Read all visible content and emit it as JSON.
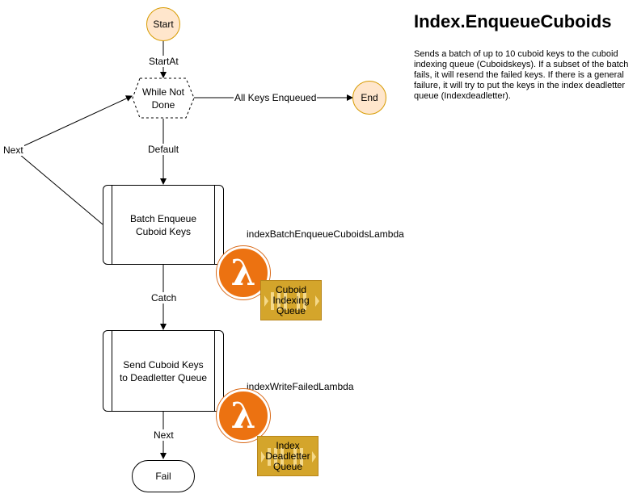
{
  "title": "Index.EnqueueCuboids",
  "description": "Sends a batch of up to 10 cuboid keys to the cuboid indexing queue (Cuboidskeys). If a subset of the batch fails, it will resend the failed keys. If there is a general failure, it will try to put the keys in the index deadletter queue (Indexdeadletter).",
  "nodes": {
    "start": "Start",
    "while": [
      "While Not",
      "Done"
    ],
    "end": "End",
    "batch": [
      "Batch Enqueue",
      "Cuboid Keys"
    ],
    "send": [
      "Send Cuboid Keys",
      "to Deadletter Queue"
    ],
    "fail": "Fail"
  },
  "edges": {
    "start_at": "StartAt",
    "all_keys": "All Keys Enqueued",
    "default": "Default",
    "next_loop": "Next",
    "catch": "Catch",
    "next_fail": "Next"
  },
  "resources": {
    "batch_lambda": "indexBatchEnqueueCuboidsLambda",
    "batch_queue": [
      "Cuboid",
      "Indexing",
      "Queue"
    ],
    "write_lambda": "indexWriteFailedLambda",
    "write_queue": [
      "Index",
      "Deadletter",
      "Queue"
    ],
    "lambda_icon": "λ"
  },
  "colors": {
    "terminal_fill": "#ffe6cc",
    "terminal_stroke": "#d79b00",
    "lambda": "#ec7211",
    "queue": "#d4a52b"
  }
}
